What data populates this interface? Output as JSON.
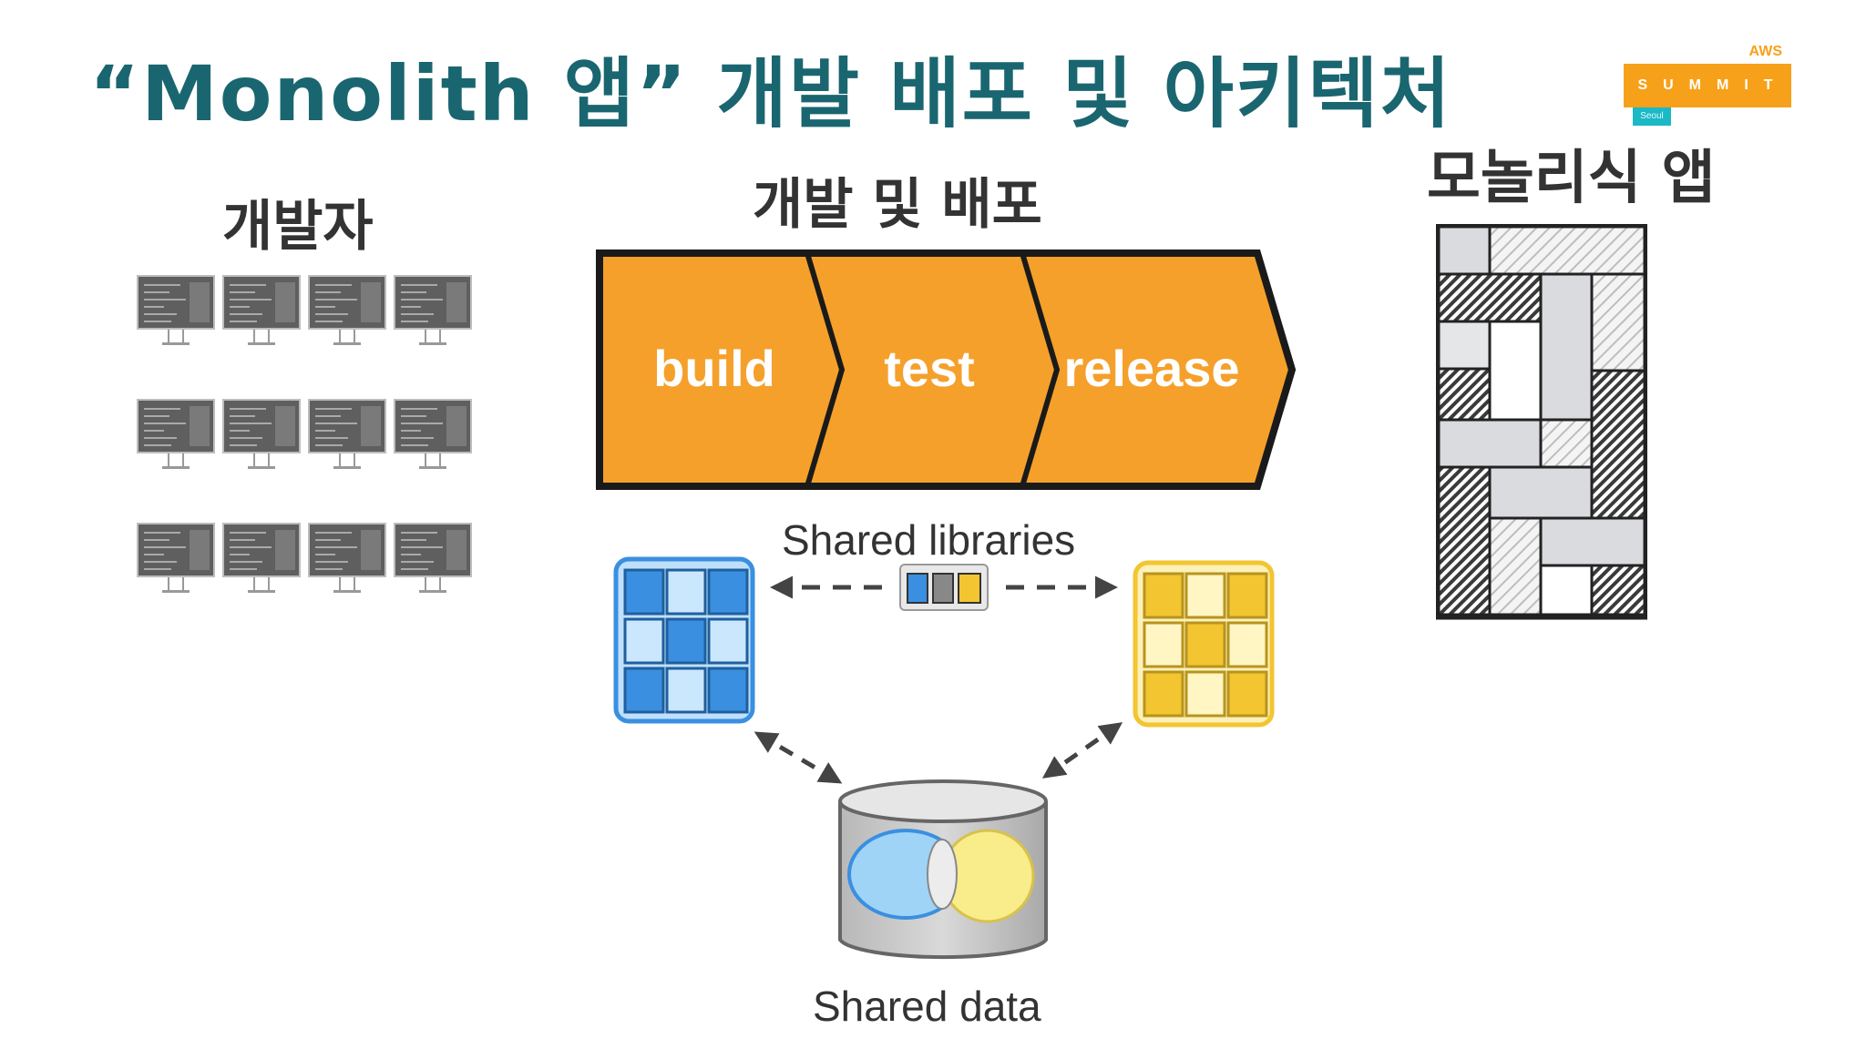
{
  "title": "“Monolith 앱” 개발 배포 및 아키텍처",
  "logo": {
    "top_text": "AWS",
    "main_text": "SUMMIT",
    "sub_text": "Seoul",
    "color": "#f7a11a"
  },
  "developers": {
    "heading": "개발자",
    "monitor_rows": 3,
    "monitors_per_row": 4
  },
  "pipeline": {
    "heading": "개발 및 배포",
    "stages": [
      "build",
      "test",
      "release"
    ],
    "stage_color": "#f5a02b"
  },
  "shared_libraries": {
    "label": "Shared libraries"
  },
  "shared_data": {
    "label": "Shared data"
  },
  "monolith_app": {
    "heading": "모놀리식 앱"
  },
  "colors": {
    "title": "#1a6670",
    "blue_module": "#3a8fe0",
    "yellow_module": "#f2c531"
  }
}
